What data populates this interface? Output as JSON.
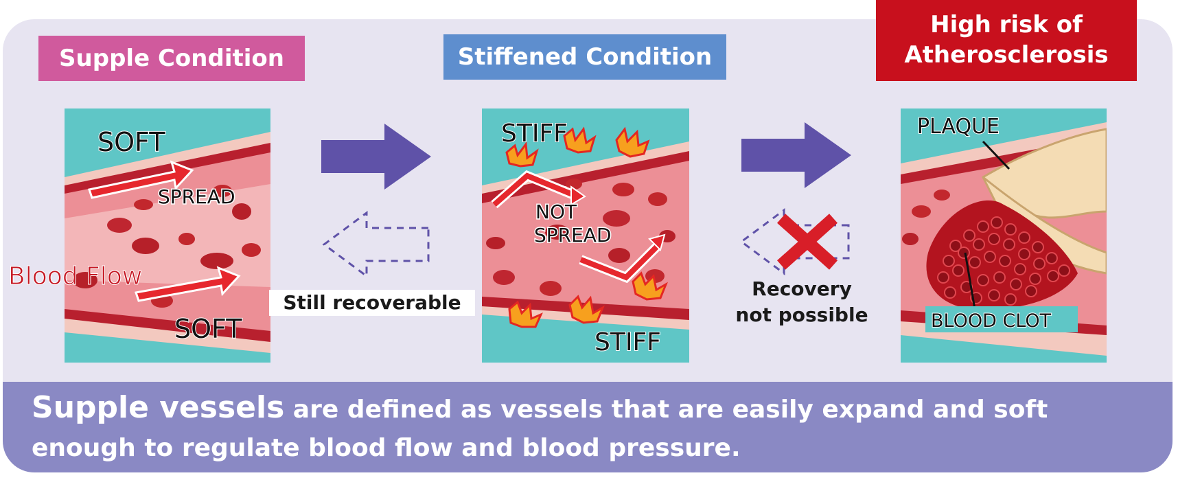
{
  "stages": [
    {
      "label": "Supple Condition"
    },
    {
      "label": "Stiffened Condition"
    },
    {
      "label_line1": "High risk of",
      "label_line2": "Atherosclerosis"
    }
  ],
  "vessel1": {
    "top_word": "SOFT",
    "mid_word": "SPREAD",
    "bottom_word": "SOFT",
    "flow_label": "Blood Flow"
  },
  "vessel2": {
    "top_word": "STIFF",
    "mid_line1": "NOT",
    "mid_line2": "SPREAD",
    "bottom_word": "STIFF"
  },
  "vessel3": {
    "top_word": "PLAQUE",
    "bottom_word": "BLOOD CLOT"
  },
  "notes": {
    "recoverable": "Still recoverable",
    "not_recoverable_line1": "Recovery",
    "not_recoverable_line2": "not possible"
  },
  "caption": {
    "lead": "Supple vessels",
    "rest": " are defined as vessels that are easily expand and soft enough to regulate blood flow and blood pressure."
  },
  "colors": {
    "supple": "#d05a9d",
    "stiffened": "#5e8ece",
    "high_risk": "#c8101d",
    "arrow": "#5f52a8",
    "caption_bar": "#8a89c4",
    "panel": "#e7e4f1"
  }
}
